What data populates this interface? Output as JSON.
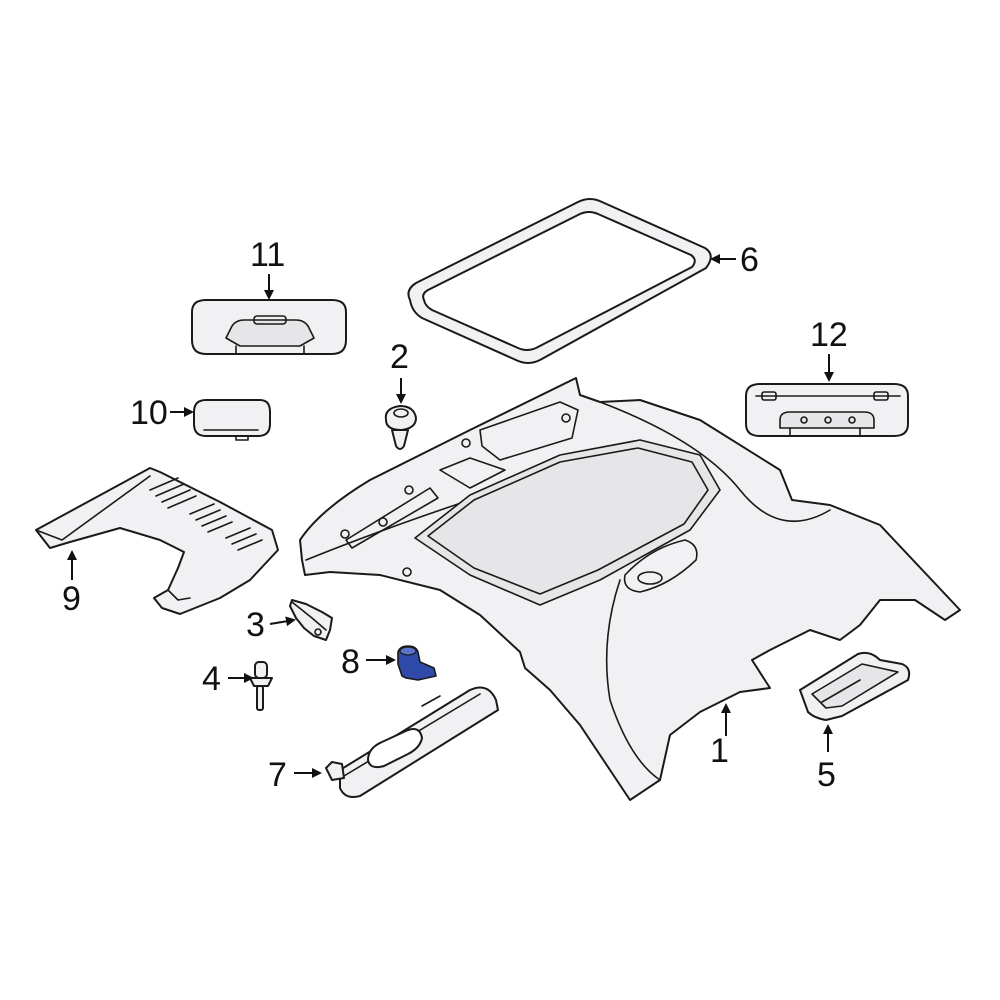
{
  "callouts": {
    "c1": "1",
    "c2": "2",
    "c3": "3",
    "c4": "4",
    "c5": "5",
    "c6": "6",
    "c7": "7",
    "c8": "8",
    "c9": "9",
    "c10": "10",
    "c11": "11",
    "c12": "12"
  },
  "colors": {
    "part_fill": "#f1f1f3",
    "outline": "#1a1a1a",
    "highlight_part": "#2f4aa8"
  },
  "highlighted_callout": "8"
}
